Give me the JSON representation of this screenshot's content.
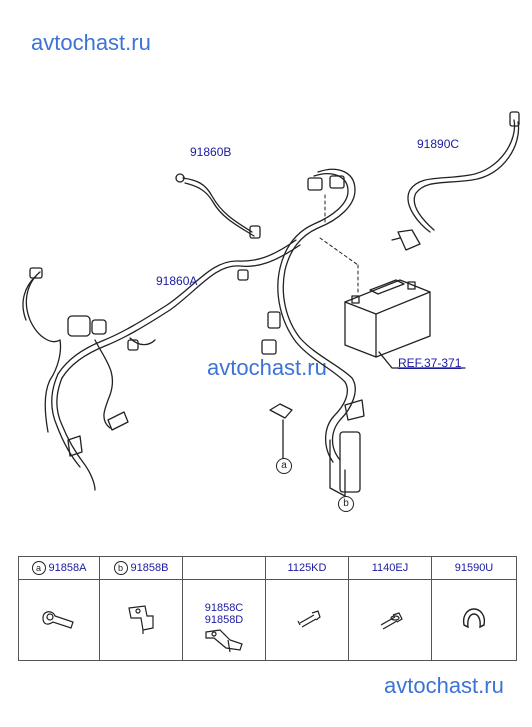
{
  "watermarks": {
    "top": "avtochast.ru",
    "middle": "avtochast.ru",
    "bottom": "avtochast.ru"
  },
  "callouts": {
    "wire_b": "91860B",
    "wire_c": "91890C",
    "wire_a": "91860A",
    "ref": "REF.37-371",
    "marker_a": "a",
    "marker_b": "b"
  },
  "legend": {
    "headers": [
      {
        "marker": "a",
        "code": "91858A"
      },
      {
        "marker": "b",
        "code": "91858B"
      },
      {
        "marker": "",
        "code": ""
      },
      {
        "marker": "",
        "code": "1125KD"
      },
      {
        "marker": "",
        "code": "1140EJ"
      },
      {
        "marker": "",
        "code": "91590U"
      }
    ],
    "cell3_line1": "91858C",
    "cell3_line2": "91858D"
  },
  "colors": {
    "watermark": "#3b73d6",
    "label": "#1a1aa0",
    "line": "#222222"
  },
  "icons": [
    "clip-a-icon",
    "bracket-b-icon",
    "bracket-cd-icon",
    "bolt-icon",
    "bolt-washer-icon",
    "grommet-icon"
  ]
}
